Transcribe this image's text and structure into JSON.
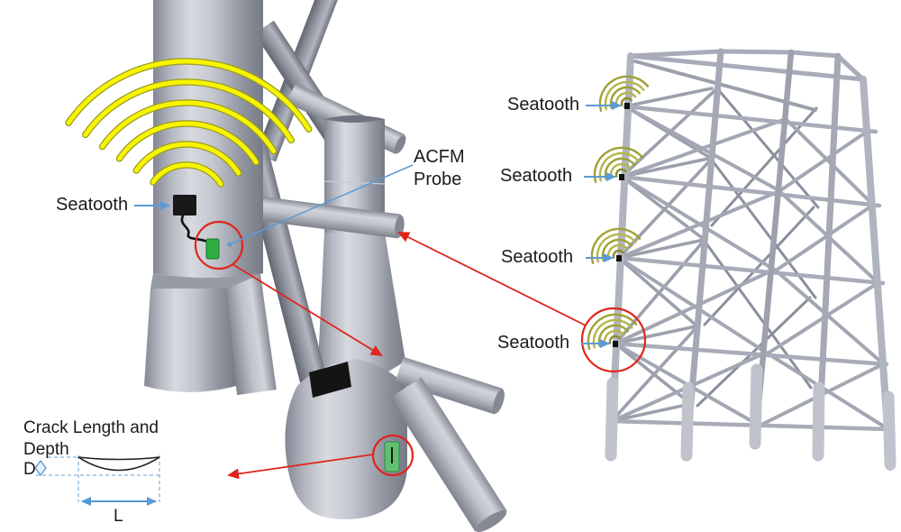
{
  "left_detail": {
    "sensor_label": "Seatooth",
    "probe_label_lines": [
      "ACFM",
      "Probe"
    ]
  },
  "jacket": {
    "sensor_labels": [
      "Seatooth",
      "Seatooth",
      "Seatooth",
      "Seatooth"
    ]
  },
  "crack_diagram": {
    "title_lines": [
      "Crack Length and",
      "Depth"
    ],
    "depth_symbol": "D",
    "length_symbol": "L"
  },
  "icons": {
    "signal_arcs": "wireless-signal-arcs-icon",
    "wifi_small": "wifi-arcs-icon",
    "sensor_device": "seatooth-device-black-box",
    "probe": "acfm-probe-green"
  },
  "colors": {
    "signal_yellow": "#f7f400",
    "wireless_olive": "#a9ab3e",
    "highlight_red": "#e0251c",
    "leader_blue": "#5b9bd5",
    "dim_blue_dashed": "#85b3da",
    "probe_green": "#2fae3f",
    "device_black": "#181818",
    "steel_gray": "#aab0bb",
    "text": "#1b1b1b"
  }
}
